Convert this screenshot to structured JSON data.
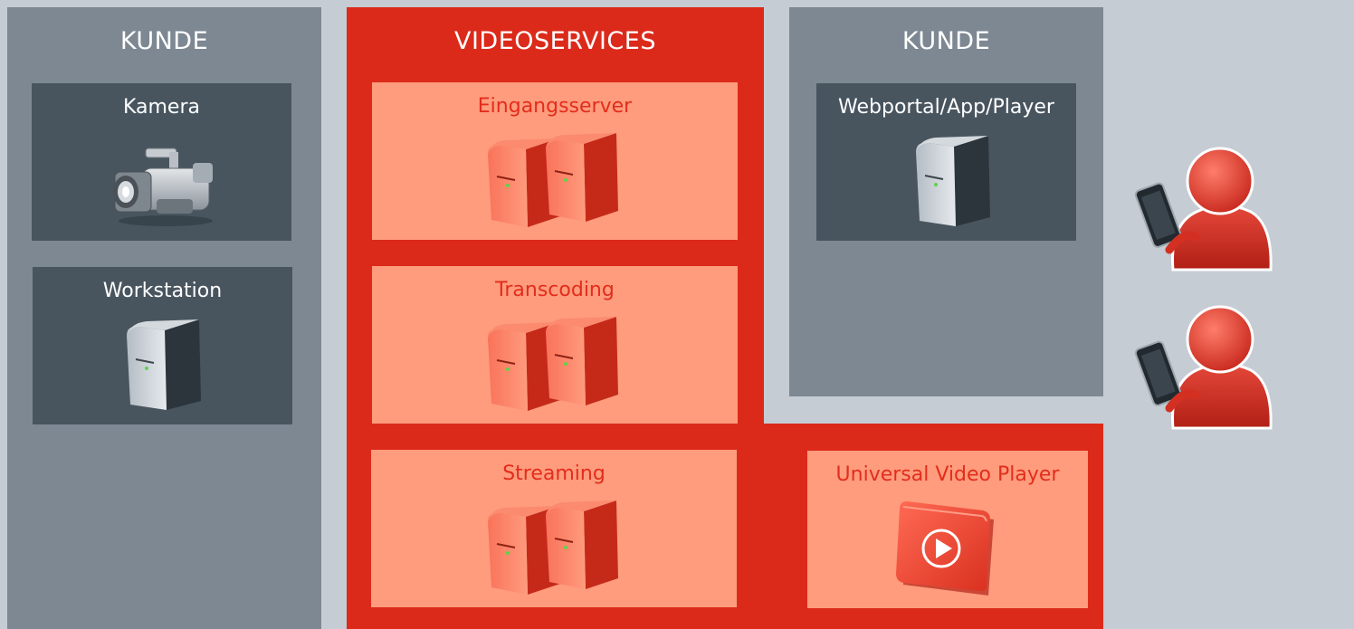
{
  "columns": {
    "left_title": "KUNDE",
    "center_title": "VIDEOSERVICES",
    "right_title": "KUNDE"
  },
  "boxes": {
    "kamera": "Kamera",
    "workstation": "Workstation",
    "eingangsserver": "Eingangsserver",
    "transcoding": "Transcoding",
    "streaming": "Streaming",
    "webportal": "Webportal/App/Player",
    "universal_player": "Universal Video Player"
  },
  "colors": {
    "background": "#c5ccd3",
    "customer_column": "#7d8893",
    "dark_box": "#48555f",
    "videoservices_red": "#dc2a1a",
    "service_box": "#fe9c7d",
    "service_label": "#e32d1c"
  },
  "icons": {
    "kamera": "video-camera-icon",
    "workstation": "server-icon",
    "eingangsserver": "server-pair-icon",
    "transcoding": "server-pair-icon",
    "streaming": "server-pair-icon",
    "webportal": "server-icon",
    "universal_player": "video-player-icon",
    "users": "user-with-phone-icon"
  }
}
